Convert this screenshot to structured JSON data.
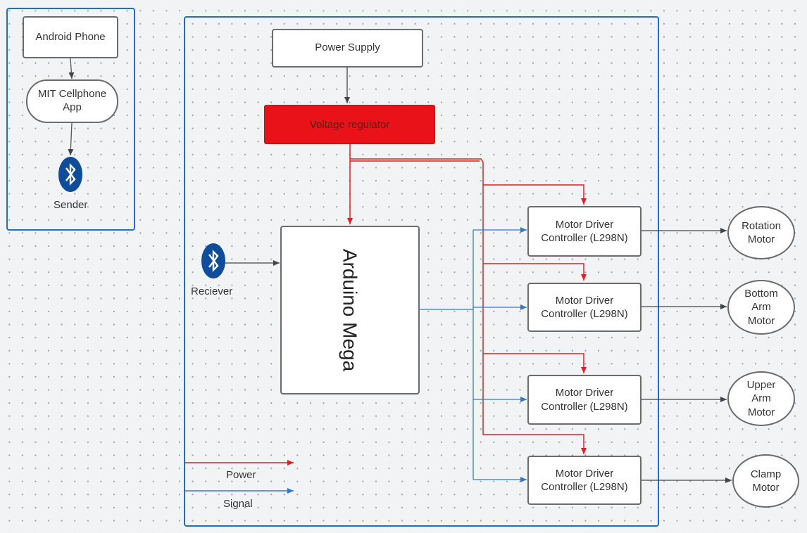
{
  "sender": {
    "phone": "Android Phone",
    "app": "MIT Cellphone App",
    "label": "Sender",
    "icon": "bluetooth-icon"
  },
  "system": {
    "power_supply": "Power Supply",
    "regulator": "Voltage regulator",
    "arduino": "Arduino Mega",
    "receiver_label": "Reciever",
    "receiver_icon": "bluetooth-icon",
    "drivers": [
      "Motor Driver Controller (L298N)",
      "Motor Driver Controller (L298N)",
      "Motor Driver Controller (L298N)",
      "Motor Driver Controller (L298N)"
    ],
    "motors": [
      "Rotation Motor",
      "Bottom Arm Motor",
      "Upper Arm Motor",
      "Clamp Motor"
    ]
  },
  "legend": {
    "power": "Power",
    "signal": "Signal"
  },
  "colors": {
    "power": "#e02020",
    "signal": "#2f78d2",
    "frame": "#1f6fc5",
    "regulator_fill": "#ea1219",
    "bluetooth": "#0f4c99"
  }
}
